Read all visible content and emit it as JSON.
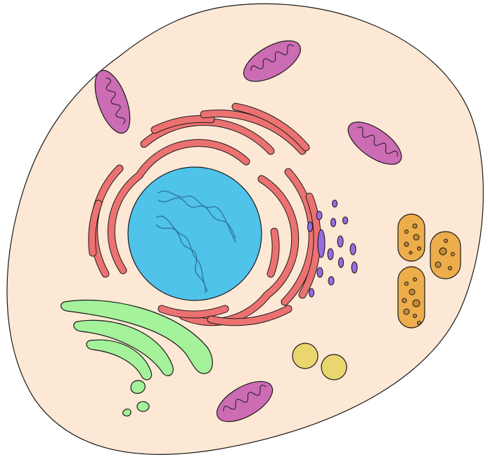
{
  "diagram": {
    "colors": {
      "cytoplasm": "#FDE8D5",
      "outline": "#1A1A1A",
      "nucleus": "#4FC3EA",
      "dna": "#2E6F93",
      "endoplasmic_reticulum": "#EC7272",
      "mitochondria": "#CC6CB4",
      "golgi": "#A4F29A",
      "vesicles": "#9B6BDF",
      "lysosomes": "#EDAD4B",
      "lysosome_spots": "#C38A35",
      "peroxisomes": "#EAD66F"
    },
    "organelles": [
      "cell-membrane",
      "cytoplasm",
      "nucleus",
      "dna",
      "rough-endoplasmic-reticulum",
      "mitochondrion",
      "golgi-apparatus",
      "vesicle",
      "lysosome",
      "peroxisome"
    ]
  }
}
